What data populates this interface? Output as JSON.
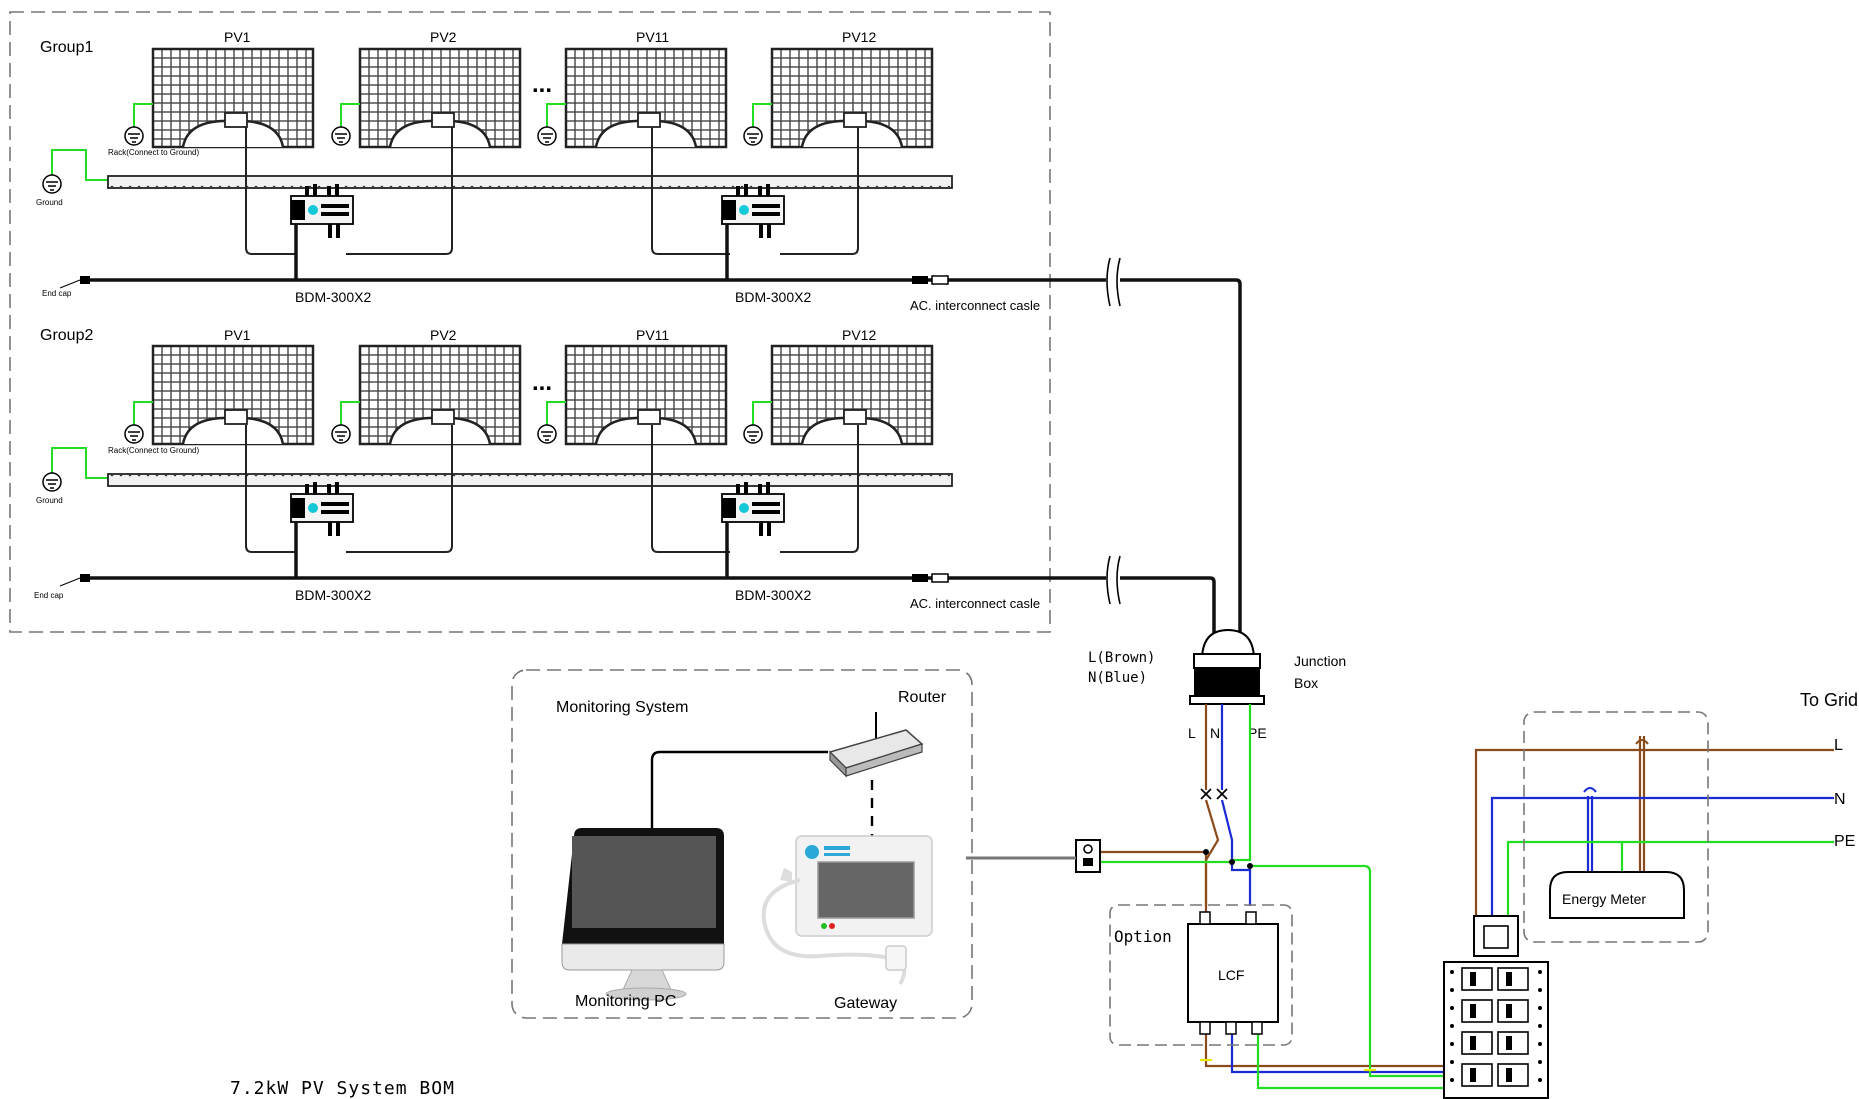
{
  "groups": [
    {
      "name": "Group1",
      "panels": [
        "PV1",
        "PV2",
        "PV11",
        "PV12"
      ],
      "ellipsis": "...",
      "rack_label": "Rack(Connect to Ground)",
      "ground_label": "Ground",
      "endcap_label": "End cap",
      "inverters": [
        "BDM-300X2",
        "BDM-300X2"
      ],
      "ac_cable_label": "AC. interconnect casle"
    },
    {
      "name": "Group2",
      "panels": [
        "PV1",
        "PV2",
        "PV11",
        "PV12"
      ],
      "ellipsis": "...",
      "rack_label": "Rack(Connect to Ground)",
      "ground_label": "Ground",
      "endcap_label": "End cap",
      "inverters": [
        "BDM-300X2",
        "BDM-300X2"
      ],
      "ac_cable_label": "AC. interconnect casle"
    }
  ],
  "junction_box": {
    "title_line1": "Junction",
    "title_line2": "Box",
    "wire_L": "L(Brown)",
    "wire_N": "N(Blue)",
    "terminal_L": "L",
    "terminal_N": "N",
    "terminal_PE": "PE"
  },
  "monitoring": {
    "title": "Monitoring System",
    "router": "Router",
    "pc": "Monitoring PC",
    "gateway": "Gateway"
  },
  "option": {
    "title": "Option",
    "lcf": "LCF"
  },
  "grid": {
    "title": "To Grid",
    "L": "L",
    "N": "N",
    "PE": "PE",
    "meter": "Energy Meter"
  },
  "footer": {
    "title": "7.2kW PV System BOM"
  },
  "colors": {
    "brown": "#8b4a1a",
    "blue": "#1a2bd6",
    "green": "#22dd22",
    "yellow": "#e8e800",
    "dashed": "#777777"
  }
}
